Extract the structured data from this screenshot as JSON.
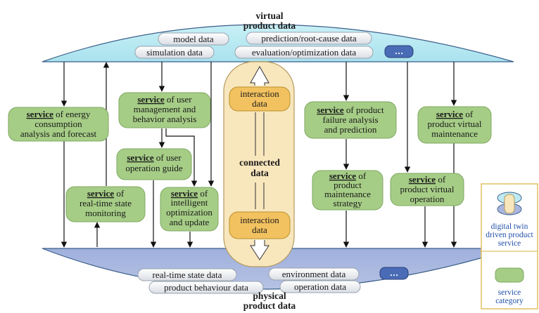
{
  "virtual": {
    "title_line1": "virtual",
    "title_line2": "product data",
    "items": [
      "model data",
      "prediction/root-cause data",
      "simulation data",
      "evaluation/optimization data",
      "…"
    ]
  },
  "physical": {
    "title_line1": "physical",
    "title_line2": "product data",
    "items": [
      "real-time state data",
      "environment data",
      "…",
      "product behaviour data",
      "operation data"
    ]
  },
  "center": {
    "top_label_line1": "interaction",
    "top_label_line2": "data",
    "mid_line1": "connected",
    "mid_line2": "data",
    "bottom_label_line1": "interaction",
    "bottom_label_line2": "data"
  },
  "services": {
    "keyword": "service",
    "energy": {
      "line1_rest": " of energy",
      "line2": "consumption",
      "line3": "analysis and forecast"
    },
    "monitoring": {
      "line1_rest": " of",
      "line2": "real-time state",
      "line3": "monitoring"
    },
    "user_mgmt": {
      "line1_rest": " of user",
      "line2": "management and",
      "line3": "behavior analysis"
    },
    "user_guide": {
      "line1_rest": " of user",
      "line2": "operation guide"
    },
    "intelligent": {
      "line1_rest": " of",
      "line2": "intelligent",
      "line3": "optimization",
      "line4": "and update"
    },
    "failure": {
      "line1_rest": " of product",
      "line2": "failure analysis",
      "line3": "and prediction"
    },
    "maint_strategy": {
      "line1_rest": " of",
      "line2": "product",
      "line3": "maintenance",
      "line4": "strategy"
    },
    "virtual_op": {
      "line1_rest": " of",
      "line2": "product virtual",
      "line3": "operation"
    },
    "virtual_maint": {
      "line1_rest": " of",
      "line2": "product virtual",
      "line3": "maintenance"
    }
  },
  "legend": {
    "dt_line1": "digital twin",
    "dt_line2": "driven product",
    "dt_line3": "service",
    "cat_line1": "service",
    "cat_line2": "category"
  },
  "colors": {
    "virtual_fill": "#bdeaf2",
    "physical_fill": "#a9b6de",
    "service_fill": "#a6cd86",
    "center_fill": "#f8e6bd",
    "interaction_fill": "#f3c260",
    "legend_text": "#1f4fa8"
  }
}
